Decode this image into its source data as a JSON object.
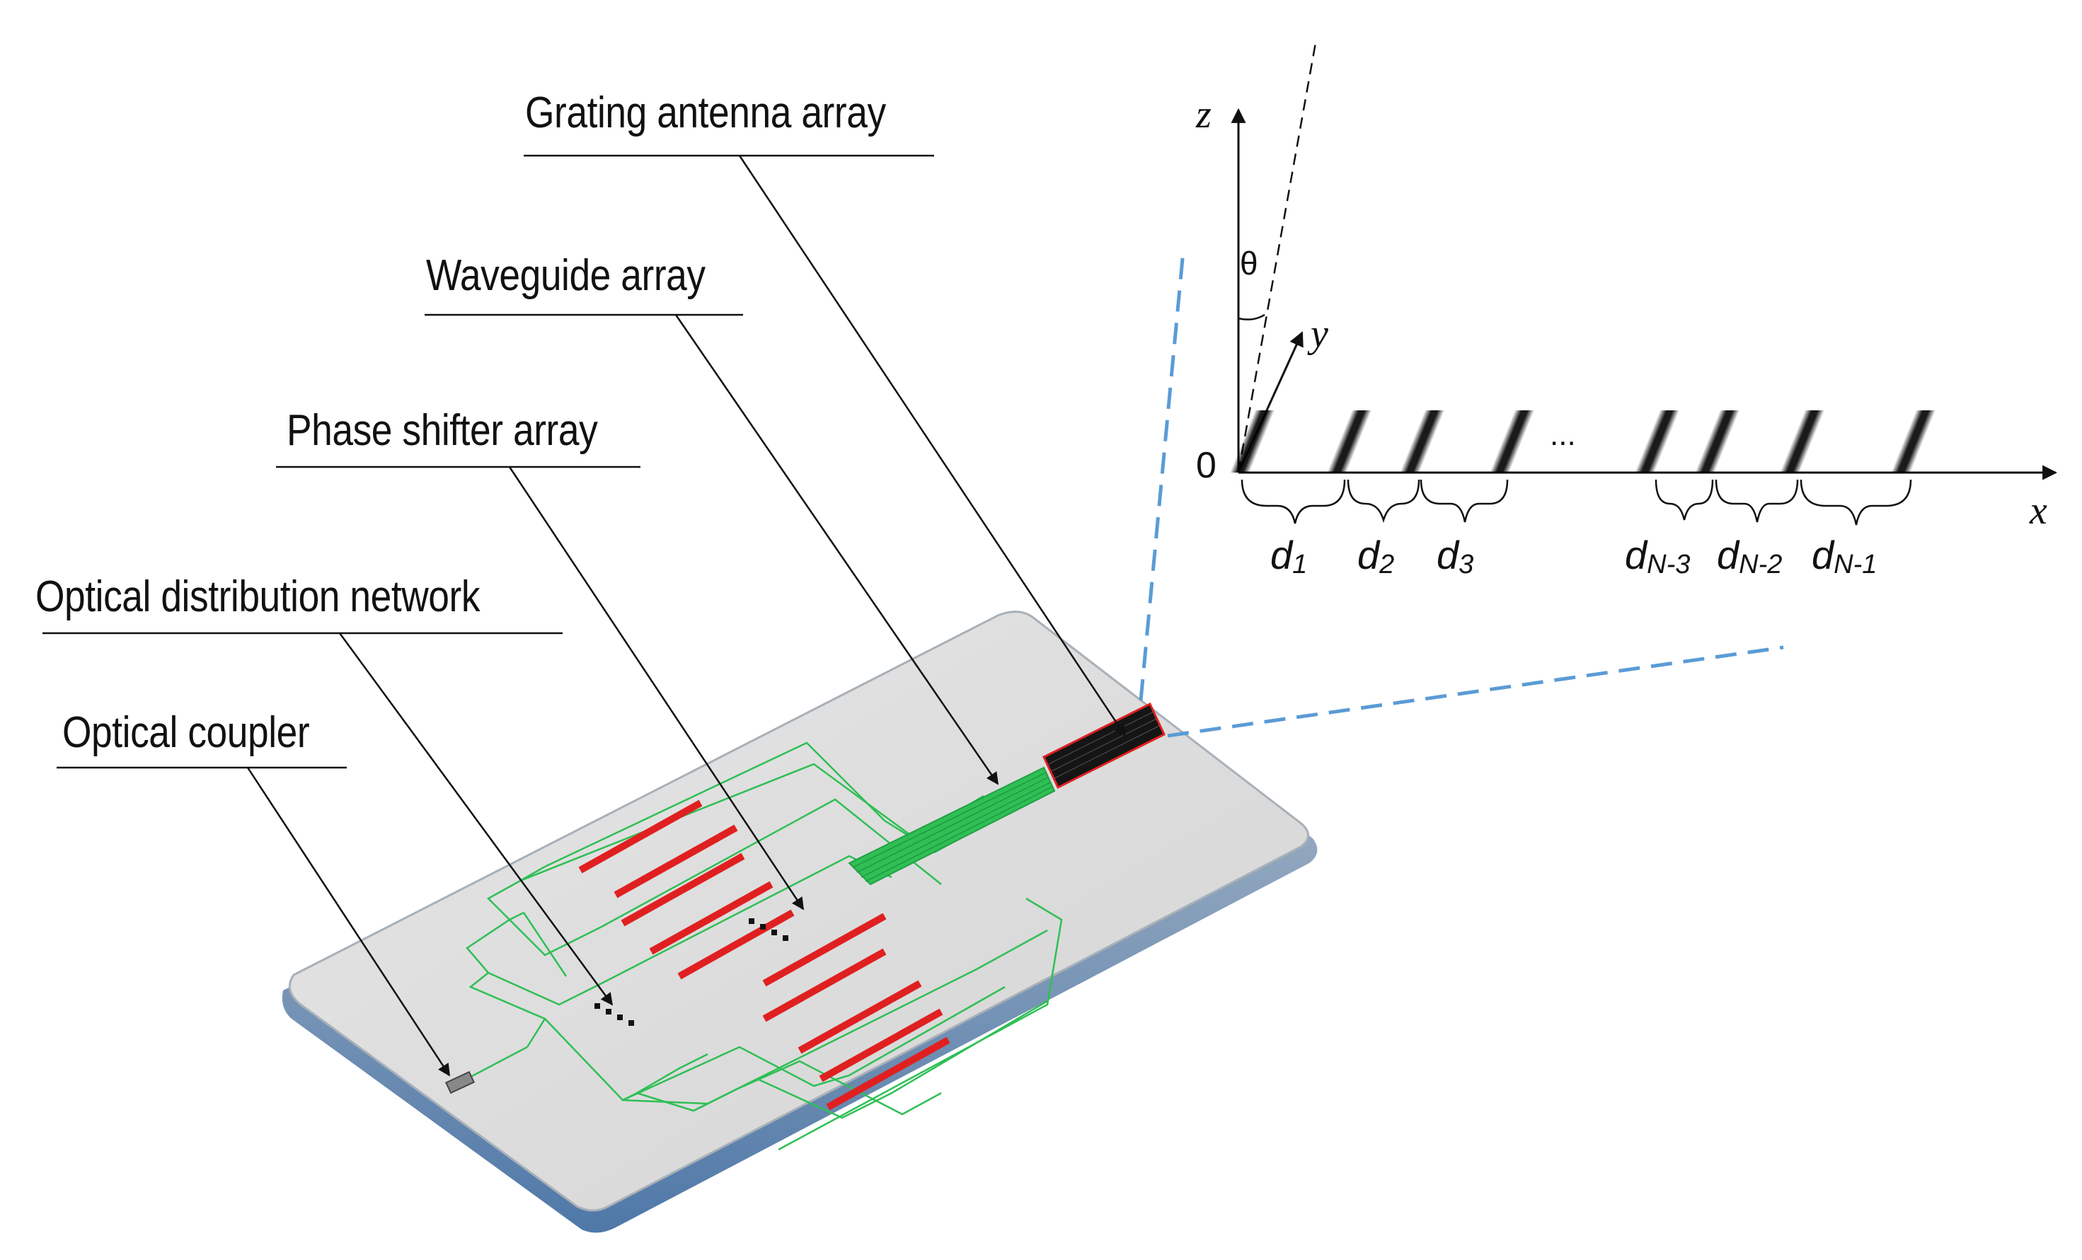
{
  "labels": {
    "grating": "Grating antenna array",
    "waveguide": "Waveguide array",
    "phase_shifter": "Phase shifter array",
    "distribution": "Optical distribution network",
    "coupler": "Optical coupler"
  },
  "axes": {
    "z": "z",
    "y": "y",
    "x": "x",
    "origin": "0",
    "angle": "θ",
    "ellipsis": "..."
  },
  "spacings": [
    {
      "base": "d",
      "sub": "1"
    },
    {
      "base": "d",
      "sub": "2"
    },
    {
      "base": "d",
      "sub": "3"
    },
    {
      "base": "d",
      "sub": "N-3"
    },
    {
      "base": "d",
      "sub": "N-2"
    },
    {
      "base": "d",
      "sub": "N-1"
    }
  ],
  "colors": {
    "chip": "#dcdcdc",
    "chip_edge": "#9aa6b3",
    "chip_base": "#4f78a8",
    "waveguide": "#2fbf55",
    "phase_shifter": "#e02020",
    "grating": "#111111",
    "zoom_lines": "#5a9bd5"
  }
}
